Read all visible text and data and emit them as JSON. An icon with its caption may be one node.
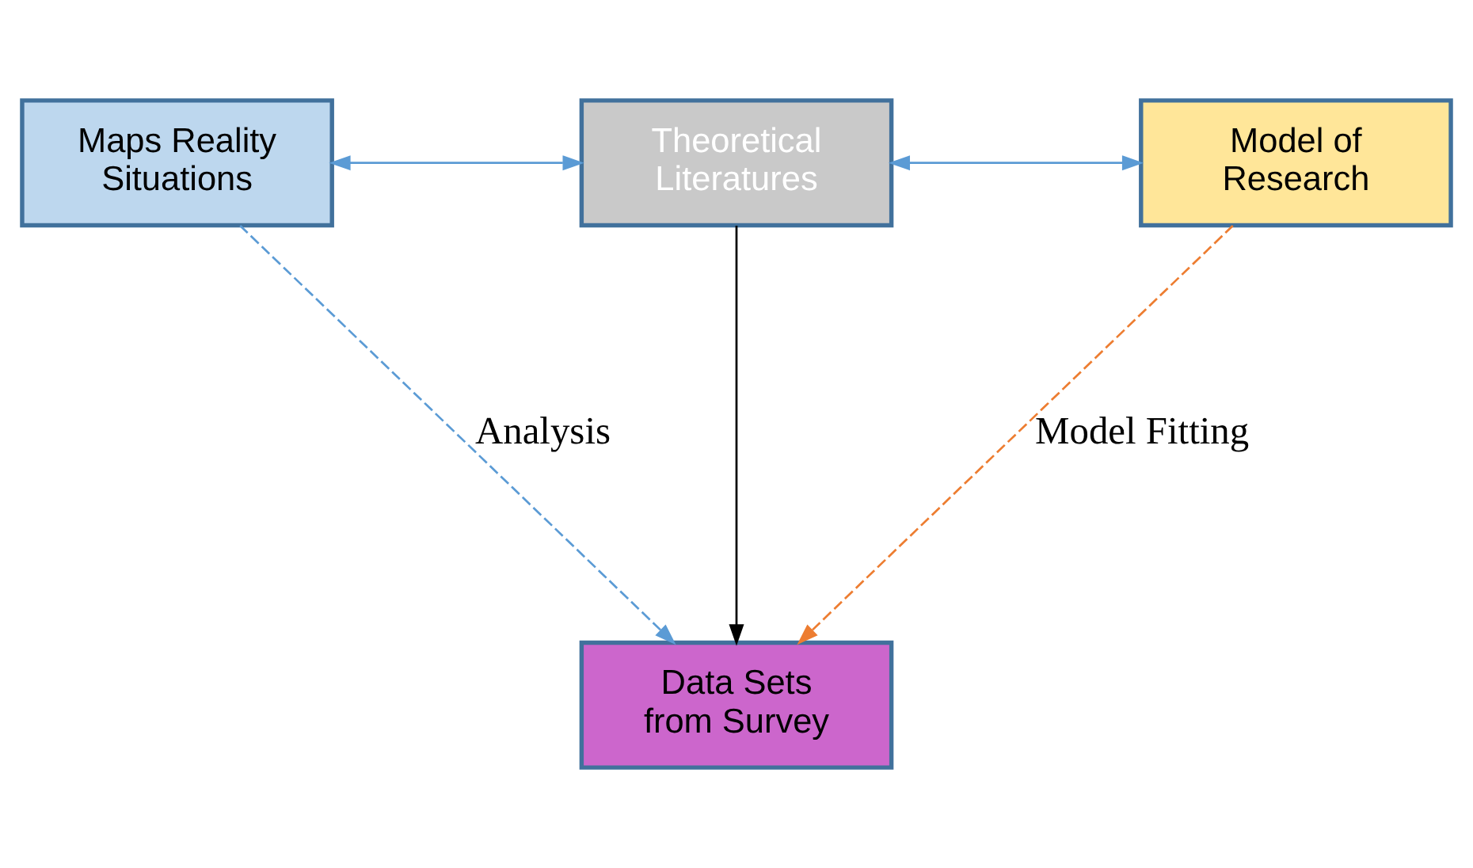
{
  "diagram": {
    "nodes": [
      {
        "text": [
          "Maps Reality Situations"
        ]
      },
      {
        "text": [
          "Theoretical Literatures"
        ]
      },
      {
        "text": [
          "Model of Research"
        ]
      },
      {
        "text": [
          "Data Sets from Survey"
        ]
      }
    ],
    "edges": [
      {
        "from": 0,
        "to": 1,
        "arrow": "both",
        "color": "#5b9bd5"
      },
      {
        "from": 1,
        "to": 2,
        "arrow": "both",
        "color": "#5b9bd5"
      },
      {
        "from": 0,
        "to": 3,
        "arrow": "to",
        "label": "Analysis",
        "style": "dashed",
        "color": "#5b9bd5"
      },
      {
        "from": 1,
        "to": 3,
        "arrow": "to",
        "color": "#000000"
      },
      {
        "from": 2,
        "to": 3,
        "arrow": "to",
        "label": "Model Fitting",
        "style": "dashed",
        "color": "#ed7d31"
      }
    ]
  }
}
